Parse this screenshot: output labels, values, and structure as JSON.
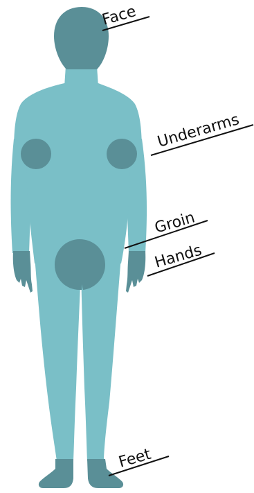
{
  "colors": {
    "body": "#7abfc7",
    "highlight": "#5a8f97",
    "label": "#111111"
  },
  "labels": {
    "face": "Face",
    "underarms": "Underarms",
    "groin": "Groin",
    "hands": "Hands",
    "feet": "Feet"
  }
}
